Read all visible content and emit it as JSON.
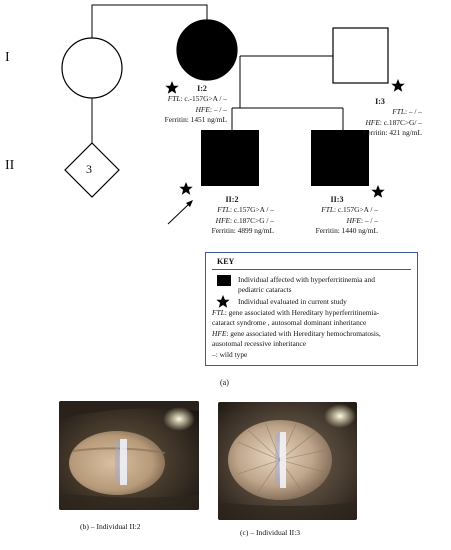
{
  "generations": [
    "I",
    "II"
  ],
  "sibling_count": "3",
  "individuals": {
    "i2": {
      "label": "I:2",
      "ftl_key": "FTL",
      "ftl_value": ": c.-157G>A / –",
      "hfe_key": "HFE",
      "hfe_value": ": – / –",
      "ferritin": "Ferritin: 1451 ng/mL"
    },
    "i3": {
      "label": "I:3",
      "ftl_key": "FTL",
      "ftl_value": ": – / –",
      "hfe_key": "HFE",
      "hfe_value": ": c.187C>G/ –",
      "ferritin": "Ferritin: 421 ng/mL"
    },
    "ii2": {
      "label": "II:2",
      "ftl_key": "FTL",
      "ftl_value": ": c.157G>A / –",
      "hfe_key": "HFE",
      "hfe_value": ": c.187C>G / –",
      "ferritin": "Ferritin: 4899 ng/mL"
    },
    "ii3": {
      "label": "II:3",
      "ftl_key": "FTL",
      "ftl_value": ": c.157G>A / –",
      "hfe_key": "HFE",
      "hfe_value": ": – / –",
      "ferritin": "Ferritin: 1440 ng/mL"
    }
  },
  "key": {
    "title": "KEY",
    "affected_1": "Individual affected with hyperferritinemia and",
    "affected_2": "pediatric cataracts",
    "evaluated": "Individual evaluated in current study",
    "ftl_key": "FTL",
    "ftl_1": ": gene associated with Hereditary hyperferritinemia-",
    "ftl_2": "cataract syndrome , autosomal dominant inheritance",
    "hfe_key": "HFE",
    "hfe_1": ": gene associated with Hereditary hemochromatosis,",
    "hfe_2": "ausotomal recessive inheritance",
    "wild": "–: wild type"
  },
  "panel_a": "(a)",
  "captions": {
    "b": "(b) – Individual II:2",
    "c": "(c) – Individual II:3"
  },
  "colors": {
    "affected": "#000000",
    "key_border": "#3a5a9a"
  }
}
